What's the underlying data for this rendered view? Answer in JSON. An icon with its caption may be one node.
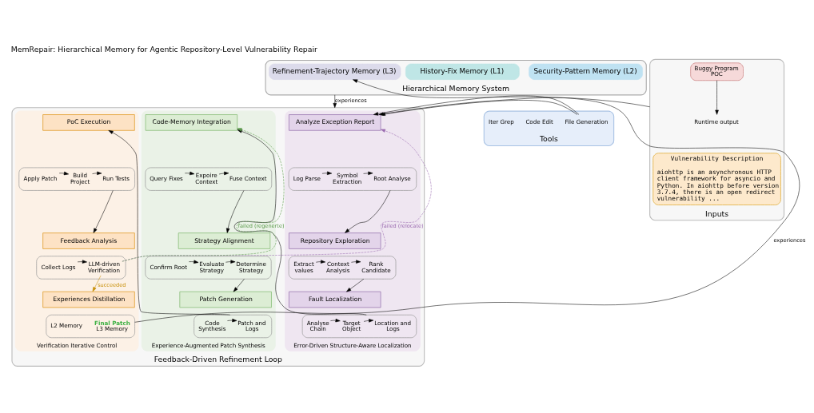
{
  "diagram": {
    "title": "MemRepair: Hierarchical Memory for Agentic Repository-Level Vulnerability Repair",
    "nodes": [
      {
        "text": [
          "Hierarchical Memory System"
        ]
      },
      {
        "text": [
          "History-Fix Memory (L1)"
        ],
        "in": 0
      },
      {
        "text": [
          "Security-Pattern Memory (L2)"
        ],
        "in": 0
      },
      {
        "text": [
          "Refinement-Trajectory Memory (L3)"
        ],
        "in": 0
      },
      {
        "text": [
          "Tools"
        ]
      },
      {
        "text": [
          "Iter Grep"
        ],
        "in": 4
      },
      {
        "text": [
          "Code Edit"
        ],
        "in": 4
      },
      {
        "text": [
          "File Generation"
        ],
        "in": 4
      },
      {
        "text": [
          "Inputs"
        ]
      },
      {
        "text": [
          "Vulnerability Description",
          "aiohttp is an asynchronous HTTP client framework for asyncio and Python. In aiohttp before version 3.7.4, there is an open redirect vulnerability ..."
        ],
        "in": 8
      },
      {
        "text": [
          "Buggy Program",
          "POC"
        ],
        "in": 8
      },
      {
        "text": [
          "Runtime output"
        ],
        "in": 8
      },
      {
        "text": [
          "Feedback-Driven Refinement Loop"
        ]
      },
      {
        "text": [
          "Error-Driven Structure-Aware Localization"
        ],
        "in": 12
      },
      {
        "text": [
          "Analyze Exception Report"
        ],
        "in": 13
      },
      {
        "text": [],
        "shape": "box",
        "in": 13
      },
      {
        "text": [
          "Log Parse"
        ],
        "in": 15
      },
      {
        "text": [
          "Symbol Extraction"
        ],
        "in": 15
      },
      {
        "text": [
          "Root Analyse"
        ],
        "in": 15
      },
      {
        "text": [
          "Repository Exploration"
        ],
        "in": 13
      },
      {
        "text": [],
        "shape": "box",
        "in": 13
      },
      {
        "text": [
          "Extract values"
        ],
        "in": 20
      },
      {
        "text": [
          "Context Analysis"
        ],
        "in": 20
      },
      {
        "text": [
          "Rank Candidate"
        ],
        "in": 20
      },
      {
        "text": [
          "Fault Localization"
        ],
        "in": 13
      },
      {
        "text": [],
        "shape": "box",
        "in": 13
      },
      {
        "text": [
          "Analyse Chain"
        ],
        "in": 25
      },
      {
        "text": [
          "Target Object"
        ],
        "in": 25
      },
      {
        "text": [
          "Location and Logs"
        ],
        "in": 25
      },
      {
        "text": [
          "Experience-Augmented Patch Synthesis"
        ],
        "in": 12
      },
      {
        "text": [
          "Code-Memory Integration"
        ],
        "in": 29
      },
      {
        "text": [],
        "shape": "box",
        "in": 29
      },
      {
        "text": [
          "Query Fixes"
        ],
        "in": 31
      },
      {
        "text": [
          "Expoire Context"
        ],
        "in": 31
      },
      {
        "text": [
          "Fuse Context"
        ],
        "in": 31
      },
      {
        "text": [
          "Strategy Alignment"
        ],
        "in": 29
      },
      {
        "text": [],
        "shape": "box",
        "in": 29
      },
      {
        "text": [
          "Confirm Root"
        ],
        "in": 36
      },
      {
        "text": [
          "Evaluate Strategy"
        ],
        "in": 36
      },
      {
        "text": [
          "Determine Strategy"
        ],
        "in": 36
      },
      {
        "text": [
          "Patch Generation"
        ],
        "in": 29
      },
      {
        "text": [],
        "shape": "box",
        "in": 29
      },
      {
        "text": [
          "Code Synthesis"
        ],
        "in": 41
      },
      {
        "text": [
          "Patch and Logs"
        ],
        "in": 41
      },
      {
        "text": [
          "Verification Iterative Control"
        ],
        "in": 12
      },
      {
        "text": [
          "PoC Execution"
        ],
        "in": 44
      },
      {
        "text": [],
        "shape": "box",
        "in": 44
      },
      {
        "text": [
          "Apply Patch"
        ],
        "in": 46
      },
      {
        "text": [
          "Build Project"
        ],
        "in": 46
      },
      {
        "text": [
          "Run Tests"
        ],
        "in": 46
      },
      {
        "text": [
          "Feedback Analysis"
        ],
        "in": 44
      },
      {
        "text": [],
        "shape": "box",
        "in": 44
      },
      {
        "text": [
          "Collect Logs"
        ],
        "in": 51
      },
      {
        "text": [
          "LLM-driven Verification"
        ],
        "in": 51
      },
      {
        "text": [
          "Experiences Distillation"
        ],
        "in": 44
      },
      {
        "text": [],
        "shape": "box",
        "in": 44
      },
      {
        "text": [
          "L2 Memory"
        ],
        "in": 55
      },
      {
        "text": [
          "L3 Memory"
        ],
        "beside": [
          "Final Patch"
        ],
        "in": 55
      }
    ],
    "edges": [
      {
        "from": 0,
        "to": 12,
        "label": "experiences",
        "arrow": "to"
      },
      {
        "from": 4,
        "to": 14,
        "arrow": "to"
      },
      {
        "from": 8,
        "to": 14,
        "arrow": "to"
      },
      {
        "from": 10,
        "to": 11,
        "arrow": "to"
      },
      {
        "from": 16,
        "to": 17,
        "arrow": "to"
      },
      {
        "from": 17,
        "to": 18,
        "arrow": "to"
      },
      {
        "from": 15,
        "to": 19,
        "arrow": "to"
      },
      {
        "from": 21,
        "to": 22,
        "arrow": "to"
      },
      {
        "from": 22,
        "to": 23,
        "arrow": "to"
      },
      {
        "from": 20,
        "to": 24,
        "arrow": "to"
      },
      {
        "from": 26,
        "to": 27,
        "arrow": "to"
      },
      {
        "from": 27,
        "to": 28,
        "arrow": "to"
      },
      {
        "from": 25,
        "to": 30,
        "arrow": "to"
      },
      {
        "from": 32,
        "to": 33,
        "arrow": "to"
      },
      {
        "from": 33,
        "to": 34,
        "arrow": "to"
      },
      {
        "from": 31,
        "to": 35,
        "arrow": "to"
      },
      {
        "from": 37,
        "to": 38,
        "arrow": "to"
      },
      {
        "from": 38,
        "to": 39,
        "arrow": "to"
      },
      {
        "from": 36,
        "to": 40,
        "arrow": "to"
      },
      {
        "from": 42,
        "to": 43,
        "arrow": "to"
      },
      {
        "from": 41,
        "to": 45,
        "arrow": "to"
      },
      {
        "from": 47,
        "to": 48,
        "arrow": "to"
      },
      {
        "from": 48,
        "to": 49,
        "arrow": "to"
      },
      {
        "from": 46,
        "to": 50,
        "arrow": "to"
      },
      {
        "from": 52,
        "to": 53,
        "arrow": "to"
      },
      {
        "from": 53,
        "to": 14,
        "label": "failed (relocate)",
        "arrow": "to",
        "style": "dashed",
        "color": "#9b6bb0"
      },
      {
        "from": 53,
        "to": 30,
        "label": "failed (regenerte)",
        "arrow": "to",
        "style": "dashed",
        "color": "#5a9a4a"
      },
      {
        "from": 53,
        "to": 54,
        "label": "succeeded",
        "arrow": "to",
        "color": "#c8900a"
      },
      {
        "from": 55,
        "to": 3,
        "label": "experiences",
        "arrow": "to"
      }
    ]
  }
}
